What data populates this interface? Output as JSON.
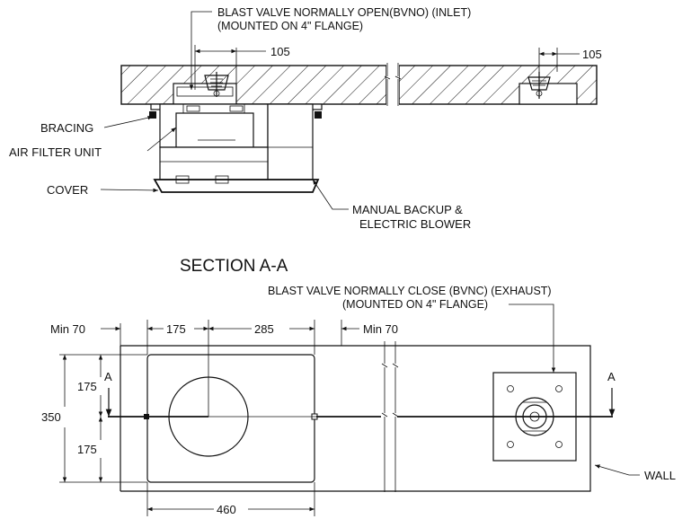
{
  "elevation": {
    "inlet_valve_label_line1": "BLAST VALVE NORMALLY OPEN(BVNO) (INLET)",
    "inlet_valve_label_line2": "(MOUNTED ON 4\" FLANGE)",
    "dim_left_105": "105",
    "dim_right_105": "105",
    "bracing_label": "BRACING",
    "filter_label": "AIR FILTER UNIT",
    "cover_label": "COVER",
    "blower_label_line1": "MANUAL BACKUP &",
    "blower_label_line2": "ELECTRIC BLOWER"
  },
  "section_title": "SECTION A-A",
  "plan": {
    "exhaust_valve_label_line1": "BLAST VALVE NORMALLY CLOSE (BVNC) (EXHAUST)",
    "exhaust_valve_label_line2": "(MOUNTED ON 4\" FLANGE)",
    "dim_min70_left": "Min 70",
    "dim_175_top": "175",
    "dim_285": "285",
    "dim_min70_right": "Min 70",
    "dim_175_left_upper": "175",
    "dim_350": "350",
    "dim_175_left_lower": "175",
    "dim_460": "460",
    "section_mark_left": "A",
    "section_mark_right": "A",
    "wall_label": "WALL"
  }
}
